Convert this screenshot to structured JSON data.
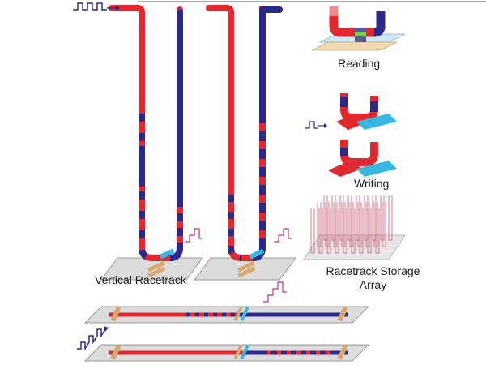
{
  "labels": {
    "reading": "Reading",
    "writing": "Writing",
    "vertical_racetrack": "Vertical Racetrack",
    "storage_array_line1": "Racetrack Storage",
    "storage_array_line2": "Array"
  },
  "colors": {
    "domain_red": "#e0282e",
    "domain_blue": "#2b2a8c",
    "substrate": "#dcdcdc",
    "substrate_edge": "#9a9a9a",
    "write_pulse": "#2b2a8c",
    "read_signal": "#c0308a",
    "reader_cyan": "#38b8e0",
    "contact_tan": "#d9a870",
    "array_wire": "#c8506a"
  }
}
